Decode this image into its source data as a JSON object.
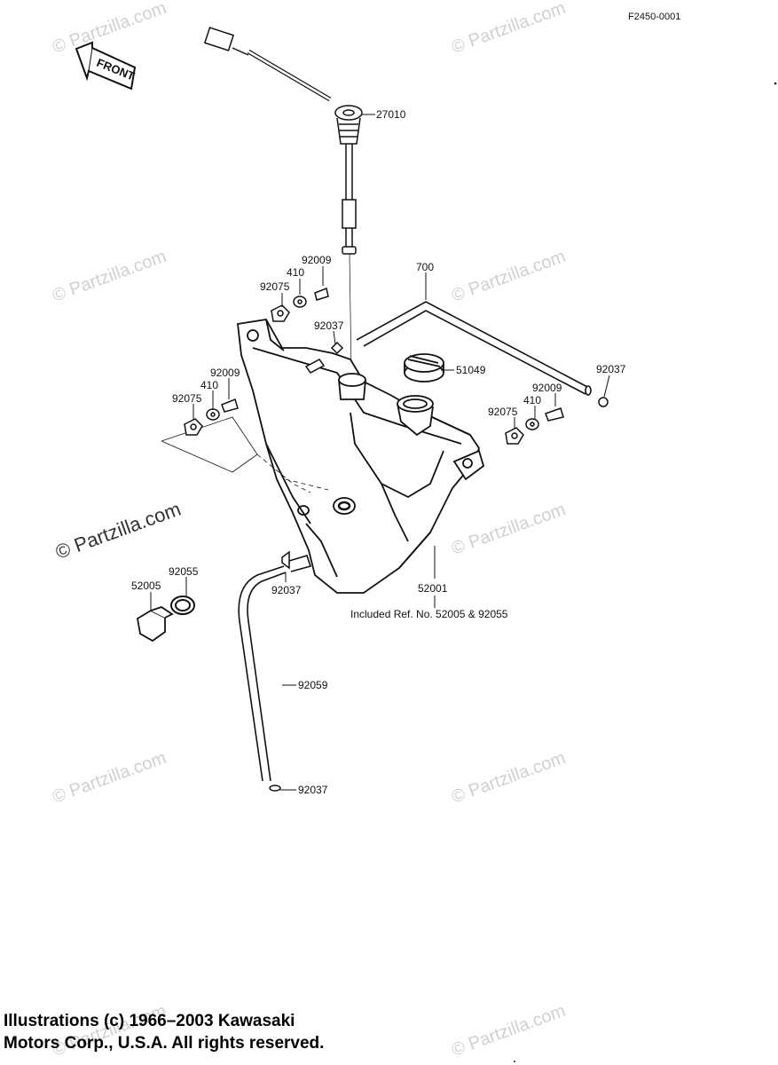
{
  "figure_code": "F2450-0001",
  "front_label": "FRONT",
  "watermark": "© Partzilla.com",
  "parts": {
    "p27010": "27010",
    "p92009a": "92009",
    "p410a": "410",
    "p92075a": "92075",
    "p700": "700",
    "p92037a": "92037",
    "p51049": "51049",
    "p92037b": "92037",
    "p92009b": "92009",
    "p410b": "410",
    "p92075b": "92075",
    "p92009c": "92009",
    "p410c": "410",
    "p92075c": "92075",
    "p92055": "92055",
    "p52005": "52005",
    "p92037c": "92037",
    "p52001": "52001",
    "included_note": "Included Ref. No. 52005 & 92055",
    "p92059": "92059",
    "p92037d": "92037"
  },
  "copyright": {
    "line1": "Illustrations (c) 1966–2003 Kawasaki",
    "line2": "Motors Corp., U.S.A.  All rights reserved."
  }
}
